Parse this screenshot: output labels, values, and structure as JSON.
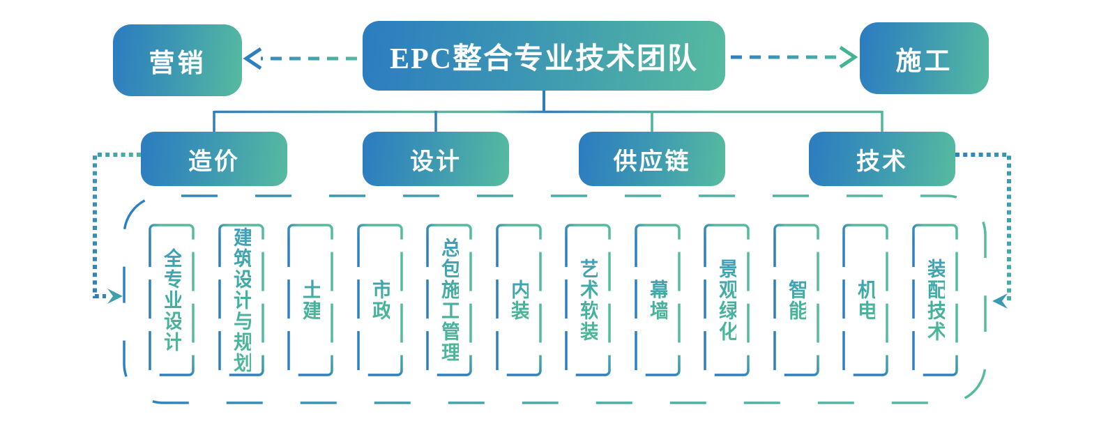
{
  "title": "EPC整合专业技术团队",
  "top_row": {
    "left": "营销",
    "center": "EPC整合专业技术团队",
    "right": "施工"
  },
  "branches": [
    {
      "label": "造价"
    },
    {
      "label": "设计"
    },
    {
      "label": "供应链"
    },
    {
      "label": "技术"
    }
  ],
  "specialties": [
    "全专业设计",
    "建筑设计与规划",
    "土建",
    "市政",
    "总包施工管理",
    "内装",
    "艺术软装",
    "幕墙",
    "景观绿化",
    "智能",
    "机电",
    "装配技术"
  ],
  "icons": {
    "left_arrow": "dashed-arrow-left",
    "right_arrow": "dashed-arrow-right",
    "dotted_left_arrow": "dotted-arrow-into-container-left",
    "dotted_right_arrow": "dotted-arrow-into-container-right"
  },
  "colors": {
    "blue": "#2b7cc0",
    "green": "#55bb9e",
    "teal": "#3fa8a8",
    "box_text": "#ffffff",
    "specialty_text": "#42ad9c",
    "background": "#ffffff"
  }
}
